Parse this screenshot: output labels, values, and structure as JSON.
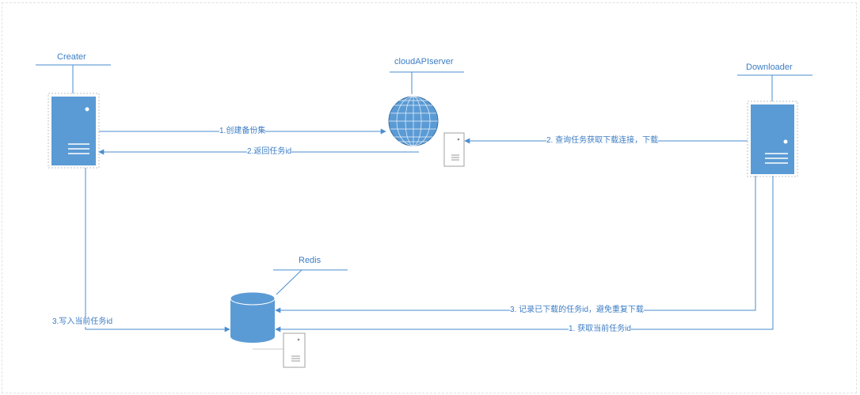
{
  "nodes": {
    "creater": {
      "label": "Creater"
    },
    "cloud": {
      "label": "cloudAPIserver"
    },
    "downloader": {
      "label": "Downloader"
    },
    "redis": {
      "label": "Redis"
    }
  },
  "edges": {
    "create_backup": "1.创建备份集",
    "return_task_id": "2.返回任务id",
    "query_task": "2. 查询任务获取下载连接，下载",
    "write_task_id": "3.写入当前任务id",
    "record_task_id": "3. 记录已下载的任务id，避免重复下载",
    "get_task_id": "1. 获取当前任务id"
  },
  "colors": {
    "accent": "#4a8ed0",
    "text": "#3c7dc4",
    "server": "#5b9bd5"
  }
}
